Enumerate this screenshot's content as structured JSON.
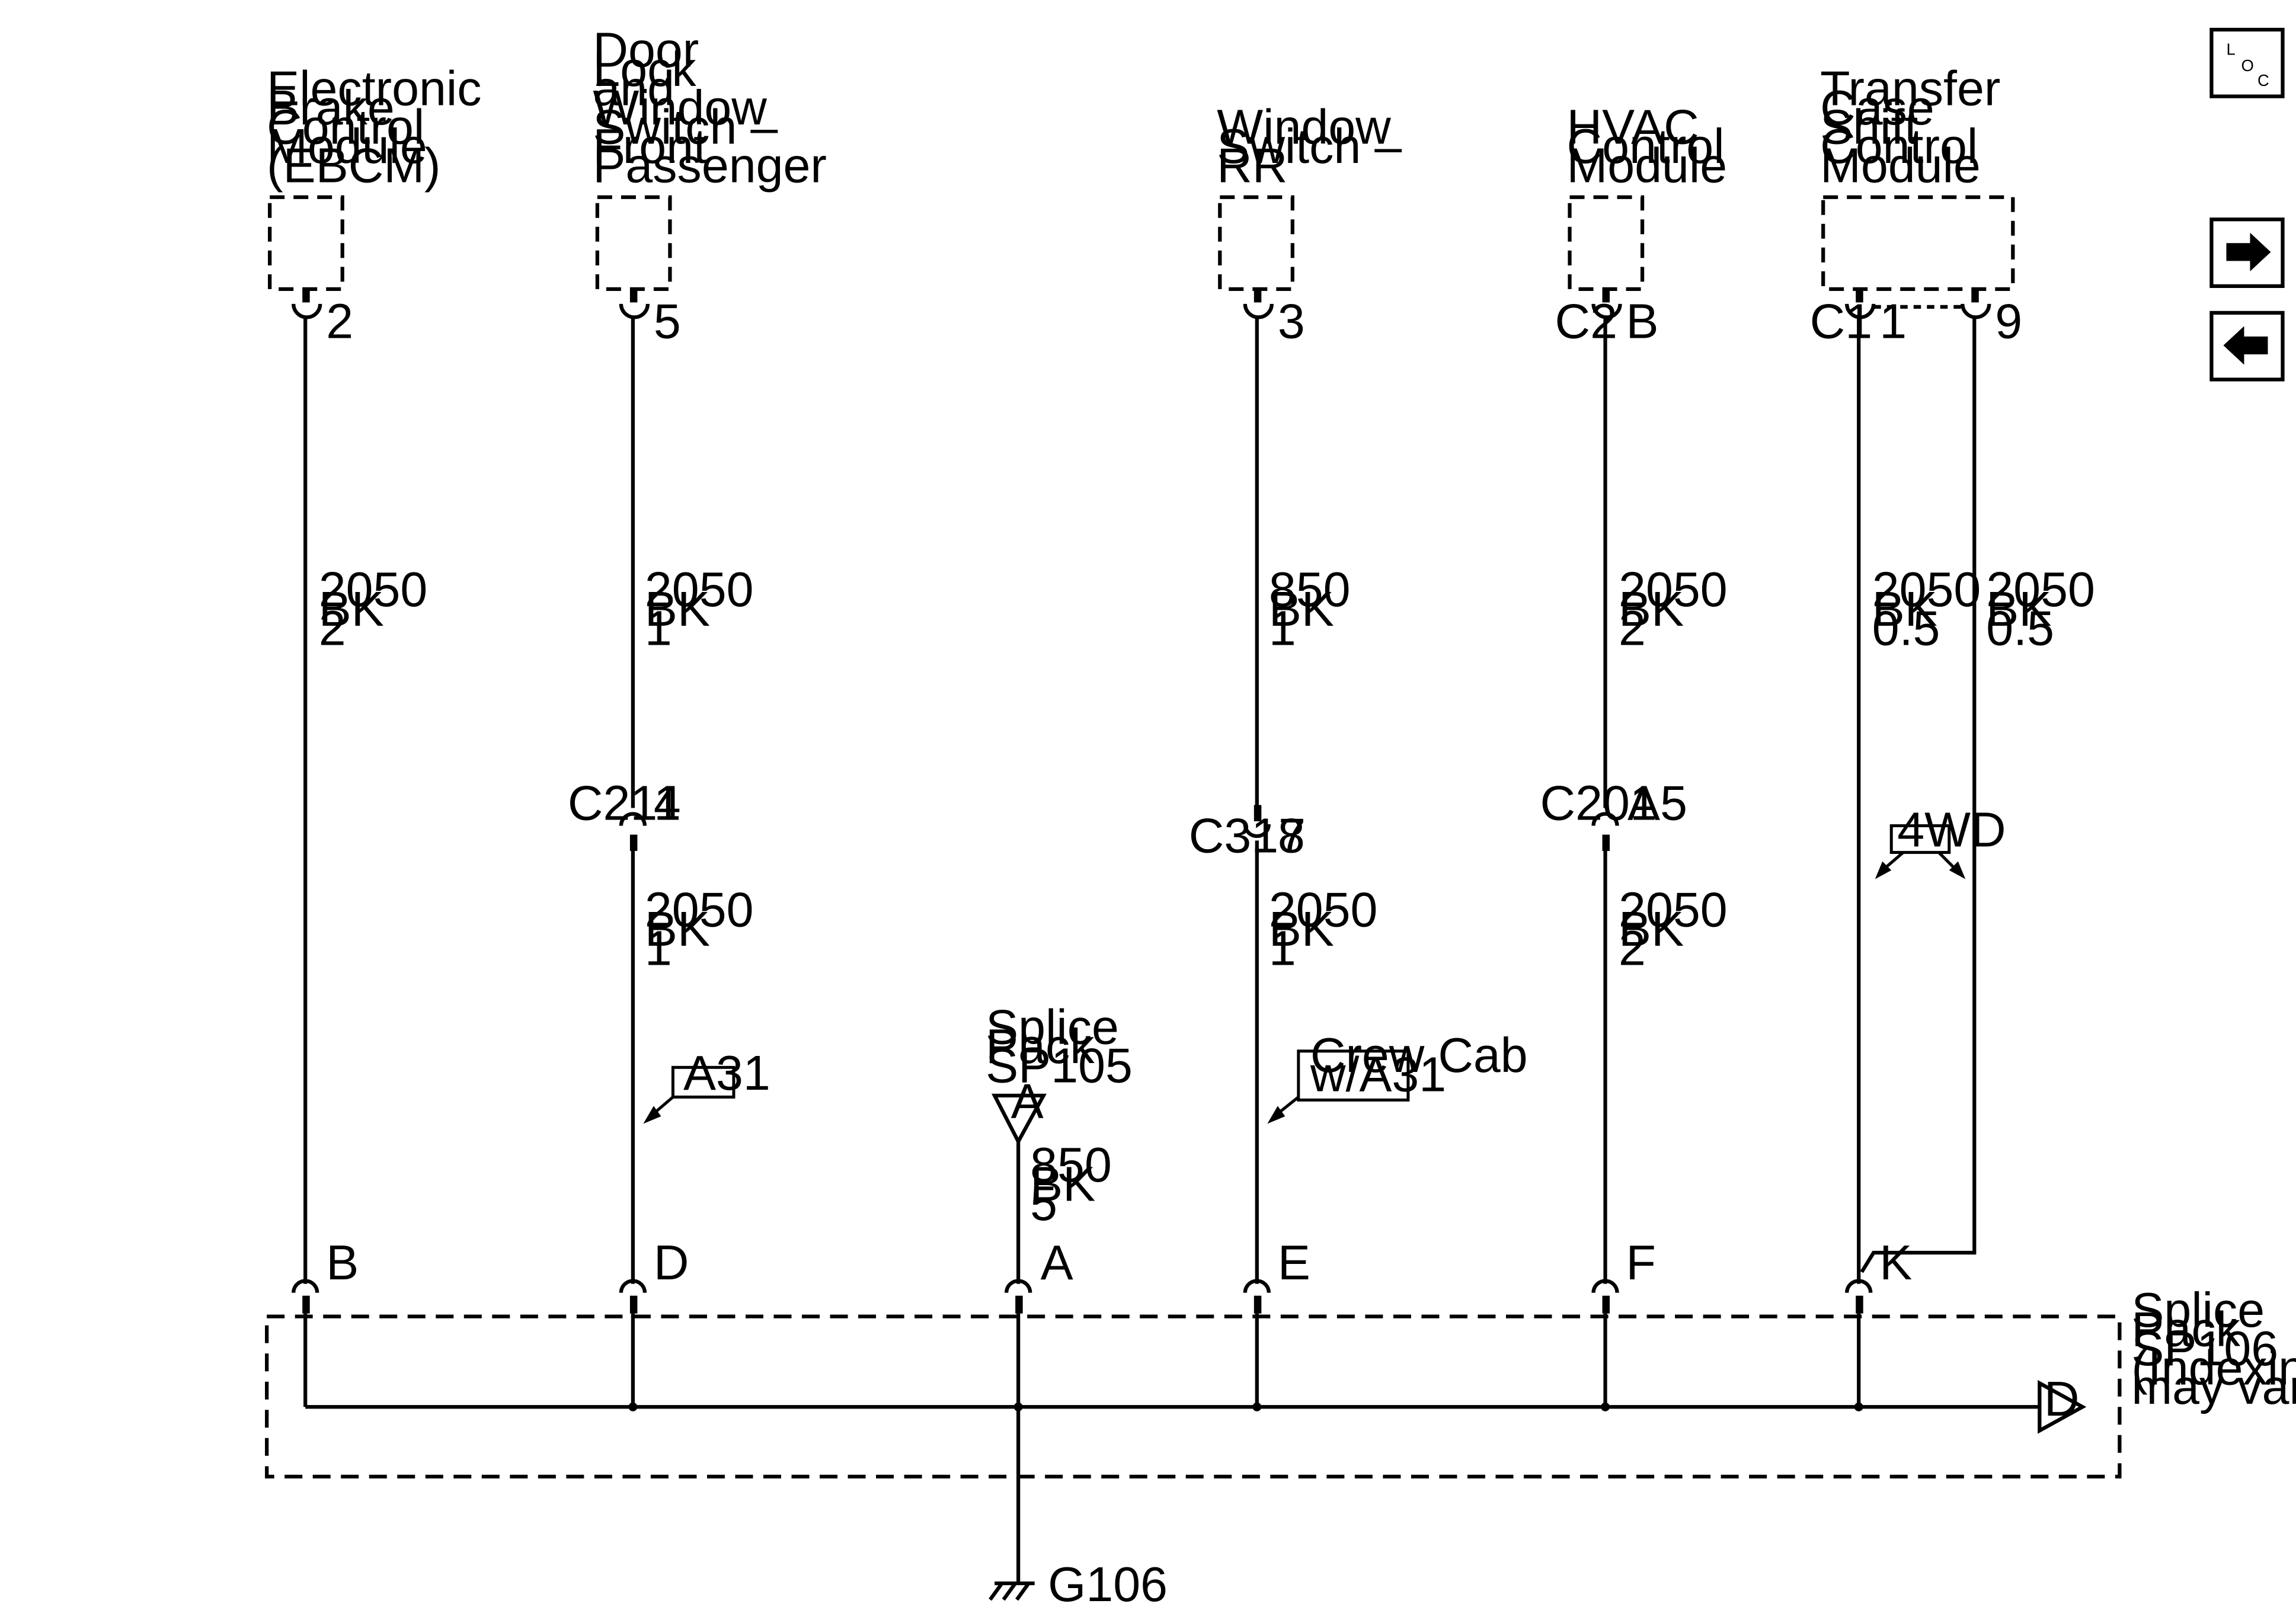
{
  "modules": {
    "ebcm": [
      "Electronic",
      "Brake",
      "Control",
      "Module",
      "(EBCM)"
    ],
    "door_lock": [
      "Door",
      "Lock",
      "and",
      "Window",
      "Switch –",
      "Front",
      "Passenger"
    ],
    "window_rr": [
      "Window",
      "Switch –",
      "RR"
    ],
    "hvac": [
      "HVAC",
      "Control",
      "Module"
    ],
    "transfer_case": [
      "Transfer",
      "Case",
      "Shift",
      "Control",
      "Module"
    ]
  },
  "pins": {
    "ebcm_top": "2",
    "door_top": "5",
    "window_top": "3",
    "hvac_conn": "C2",
    "hvac_top": "B",
    "tc_conn": "C1",
    "tc_pin1": "1",
    "tc_pin2": "9"
  },
  "wires": {
    "ebcm": [
      "2050",
      "BK",
      "2"
    ],
    "door_upper": [
      "2050",
      "BK",
      "1"
    ],
    "window_upper": [
      "850",
      "BK",
      "1"
    ],
    "hvac_upper": [
      "2050",
      "BK",
      "2"
    ],
    "tc1": [
      "2050",
      "BK",
      "0.5"
    ],
    "tc2": [
      "2050",
      "BK",
      "0.5"
    ],
    "door_lower": [
      "2050",
      "BK",
      "1"
    ],
    "window_lower": [
      "2050",
      "BK",
      "1"
    ],
    "hvac_lower": [
      "2050",
      "BK",
      "2"
    ],
    "sp105": [
      "850",
      "BK",
      "5"
    ]
  },
  "connectors": {
    "c211": "C211",
    "c211_pin": "4",
    "c317": "C317",
    "c317_pin": "8",
    "c201": "C201",
    "c201_pin": "A5"
  },
  "options": {
    "a31": "A31",
    "crew_cab": [
      "Crew Cab",
      "w/A31"
    ],
    "fourwd": "4WD"
  },
  "splice_sp105": {
    "label": [
      "Splice",
      "Pack",
      "SP105"
    ],
    "letter": "A"
  },
  "splice_sp106": {
    "label": [
      "Splice",
      "Pack",
      "SP106",
      "(Indexing",
      "may vary)"
    ],
    "pins": [
      "B",
      "D",
      "A",
      "E",
      "F",
      "K"
    ],
    "offpage": "D"
  },
  "ground": "G106",
  "nav": {
    "loc_l": "L",
    "loc_o": "O",
    "loc_c": "C"
  }
}
